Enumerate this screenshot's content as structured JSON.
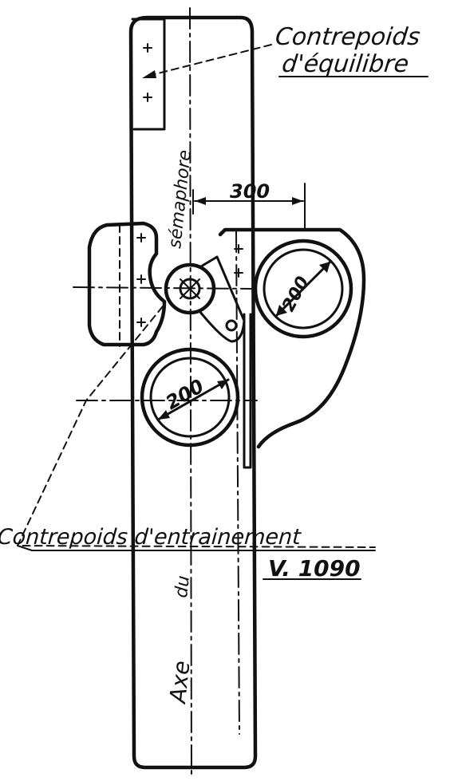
{
  "labels": {
    "counterweight_balance_line1": "Contrepoids",
    "counterweight_balance_line2": "d'équilibre",
    "semaphore": "sémaphore",
    "dimension_300": "300",
    "diameter_right": "200",
    "diameter_lower": "200",
    "drive_counterweight": "Contrepoids d'entrainement",
    "reference": "V. 1090",
    "axis_word1": "Axe",
    "axis_word2": "du"
  }
}
